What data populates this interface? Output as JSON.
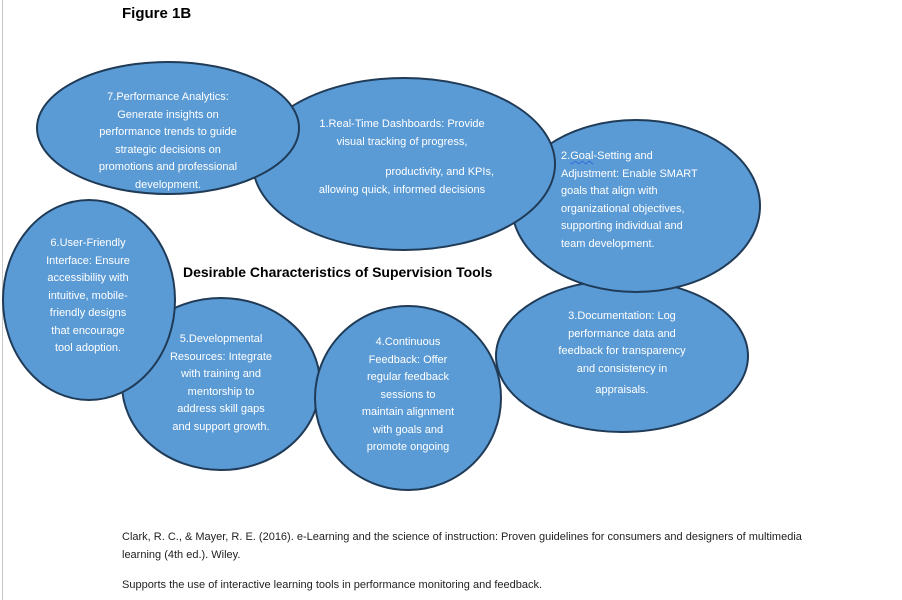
{
  "figure_label": "Figure 1B",
  "diagram_title": "Desirable Characteristics of Supervision Tools",
  "colors": {
    "bubble_fill": "#5B9BD5",
    "bubble_stroke": "#1F3B57",
    "bubble_text": "#FFFFFF"
  },
  "bubbles": [
    {
      "id": 1,
      "lines": [
        "1.Real-Time Dashboards:  Provide",
        "visual tracking of progress,",
        "",
        "productivity, and KPIs,",
        "allowing quick, informed decisions"
      ]
    },
    {
      "id": 2,
      "prefix": "2.",
      "prefix_spellcheck": "Goal",
      "lines": [
        "-Setting and",
        "Adjustment:  Enable SMART",
        "goals that align with",
        "organizational objectives,",
        "supporting individual and",
        "team development."
      ]
    },
    {
      "id": 3,
      "lines": [
        "3.Documentation: Log",
        "performance data and",
        "feedback for transparency",
        "and consistency in",
        "appraisals."
      ]
    },
    {
      "id": 4,
      "lines": [
        "4.Continuous",
        "Feedback: Offer",
        "regular feedback",
        "sessions to",
        "maintain alignment",
        "with goals and",
        "promote ongoing"
      ]
    },
    {
      "id": 5,
      "lines": [
        "5.Developmental",
        "Resources: Integrate",
        "with training and",
        "mentorship to",
        "address skill gaps",
        "and support growth."
      ]
    },
    {
      "id": 6,
      "lines": [
        "6.User-Friendly",
        "Interface: Ensure",
        "accessibility with",
        "intuitive, mobile-",
        "friendly designs",
        "that encourage",
        "tool adoption."
      ]
    },
    {
      "id": 7,
      "lines": [
        "7.Performance Analytics:",
        "Generate insights on",
        "performance trends to guide",
        "strategic decisions on",
        "promotions and professional",
        "development."
      ]
    }
  ],
  "references": {
    "citation_line1": "Clark, R. C., & Mayer, R. E. (2016). e-Learning and the science of instruction: Proven guidelines for consumers and designers of multimedia",
    "citation_line2": "learning (4th ed.). Wiley.",
    "note": "Supports the use of interactive learning tools in performance monitoring and feedback."
  }
}
